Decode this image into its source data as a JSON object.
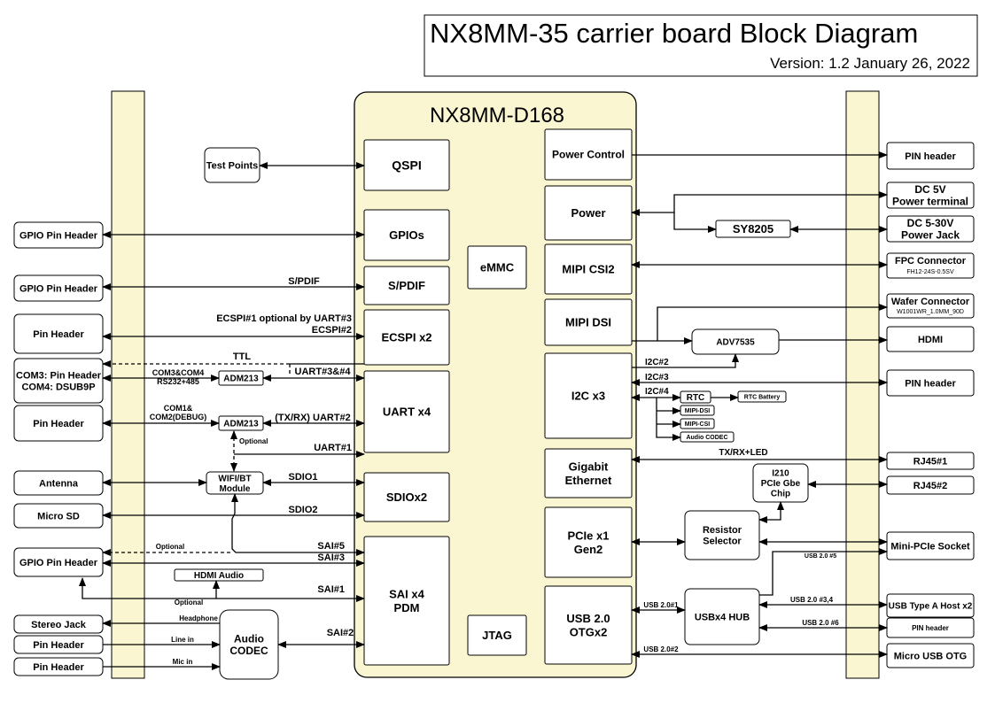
{
  "header": {
    "title": "NX8MM-35 carrier board Block Diagram",
    "version": "Version: 1.2 January 26, 2022"
  },
  "colors": {
    "panel_fill": "#fbf6d2",
    "stroke": "#000000",
    "background": "#ffffff"
  },
  "som": {
    "name": "NX8MM-D168"
  },
  "som_blocks": {
    "qspi": [
      "QSPI"
    ],
    "gpios": [
      "GPIOs"
    ],
    "spdif": [
      "S/PDIF"
    ],
    "ecspi": [
      "ECSPI x2"
    ],
    "uart": [
      "UART x4"
    ],
    "sdio": [
      "SDIOx2"
    ],
    "sai": [
      "SAI x4",
      "PDM"
    ],
    "emmc": [
      "eMMC"
    ],
    "jtag": [
      "JTAG"
    ],
    "power_control": [
      "Power Control"
    ],
    "power": [
      "Power"
    ],
    "mipi_csi2": [
      "MIPI CSI2"
    ],
    "mipi_dsi": [
      "MIPI DSI"
    ],
    "i2c": [
      "I2C x3"
    ],
    "gigabit": [
      "Gigabit",
      "Ethernet"
    ],
    "pcie": [
      "PCIe x1",
      "Gen2"
    ],
    "usb": [
      "USB 2.0",
      "OTGx2"
    ]
  },
  "left_connectors": {
    "gpio_header_1": [
      "GPIO Pin Header"
    ],
    "gpio_header_2": [
      "GPIO Pin Header"
    ],
    "pin_header_1": [
      "Pin Header"
    ],
    "com_header": [
      "COM3: Pin Header",
      "COM4: DSUB9P"
    ],
    "pin_header_2": [
      "Pin Header"
    ],
    "antenna": [
      "Antenna"
    ],
    "micro_sd": [
      "Micro SD"
    ],
    "gpio_header_3": [
      "GPIO Pin Header"
    ],
    "stereo_jack": [
      "Stereo Jack"
    ],
    "pin_header_line": [
      "Pin Header"
    ],
    "pin_header_mic": [
      "Pin Header"
    ]
  },
  "mid_components": {
    "test_points": [
      "Test Points"
    ],
    "adm213_1": [
      "ADM213"
    ],
    "adm213_2": [
      "ADM213"
    ],
    "wifi_bt": [
      "WIFI/BT",
      "Module"
    ],
    "hdmi_audio": [
      "HDMI Audio"
    ],
    "audio_codec": [
      "Audio",
      "CODEC"
    ],
    "sy8205": [
      "SY8205"
    ],
    "adv7535": [
      "ADV7535"
    ],
    "rtc": [
      "RTC"
    ],
    "rtc_battery": [
      "RTC Battery"
    ],
    "mipi_dsi_small": [
      "MIPI-DSI"
    ],
    "mipi_csi_small": [
      "MIPI-CSI"
    ],
    "audio_codec_small": [
      "Audio CODEC"
    ],
    "i210": [
      "I210",
      "PCIe Gbe",
      "Chip"
    ],
    "resistor_selector": [
      "Resistor",
      "Selector"
    ],
    "usb_hub": [
      "USBx4 HUB"
    ]
  },
  "right_connectors": {
    "pin_header_r1": {
      "lines": [
        "PIN header"
      ]
    },
    "dc5v": {
      "lines": [
        "DC 5V",
        "Power terminal"
      ]
    },
    "dc530": {
      "lines": [
        "DC 5-30V",
        "Power Jack"
      ]
    },
    "fpc": {
      "lines": [
        "FPC Connector"
      ],
      "sub": "FH12-24S-0.5SV"
    },
    "wafer": {
      "lines": [
        "Wafer Connector"
      ],
      "sub": "W1001WR_1.0MM_90D"
    },
    "hdmi": {
      "lines": [
        "HDMI"
      ]
    },
    "pin_header_r2": {
      "lines": [
        "PIN header"
      ]
    },
    "rj45_1": {
      "lines": [
        "RJ45#1"
      ]
    },
    "rj45_2": {
      "lines": [
        "RJ45#2"
      ]
    },
    "mini_pcie": {
      "lines": [
        "Mini-PCIe Socket"
      ]
    },
    "usb_type_a": {
      "lines": [
        "USB Type A Host x2"
      ]
    },
    "pin_header_r3": {
      "lines": [
        "PIN header"
      ]
    },
    "micro_usb": {
      "lines": [
        "Micro USB OTG"
      ]
    }
  },
  "signal_labels": {
    "spdif": "S/PDIF",
    "ecspi_opt": "ECSPI#1 optional by UART#3",
    "ecspi2": "ECSPI#2",
    "ttl": "TTL",
    "uart34": "UART#3&#4",
    "com34_a": "COM3&COM4",
    "com34_b": "RS232+485",
    "com12_a": "COM1&",
    "com12_b": "COM2(DEBUG)",
    "uart2": "(TX/RX) UART#2",
    "optional_wifi": "Optional",
    "uart1": "UART#1",
    "sdio1": "SDIO1",
    "sdio2": "SDIO2",
    "optional_sai": "Optional",
    "sai5": "SAI#5",
    "sai3": "SAI#3",
    "optional_hdmi": "Optional",
    "sai1": "SAI#1",
    "headphone": "Headphone",
    "line_in": "Line in",
    "mic_in": "Mic in",
    "sai2": "SAI#2",
    "i2c2": "I2C#2",
    "i2c3": "I2C#3",
    "i2c4": "I2C#4",
    "txrx_led": "TX/RX+LED",
    "usb20_5": "USB 2.0 #5",
    "usb20_1": "USB 2.0#1",
    "usb20_34": "USB 2.0 #3,4",
    "usb20_6": "USB 2.0 #6",
    "usb20_2": "USB 2.0#2"
  }
}
